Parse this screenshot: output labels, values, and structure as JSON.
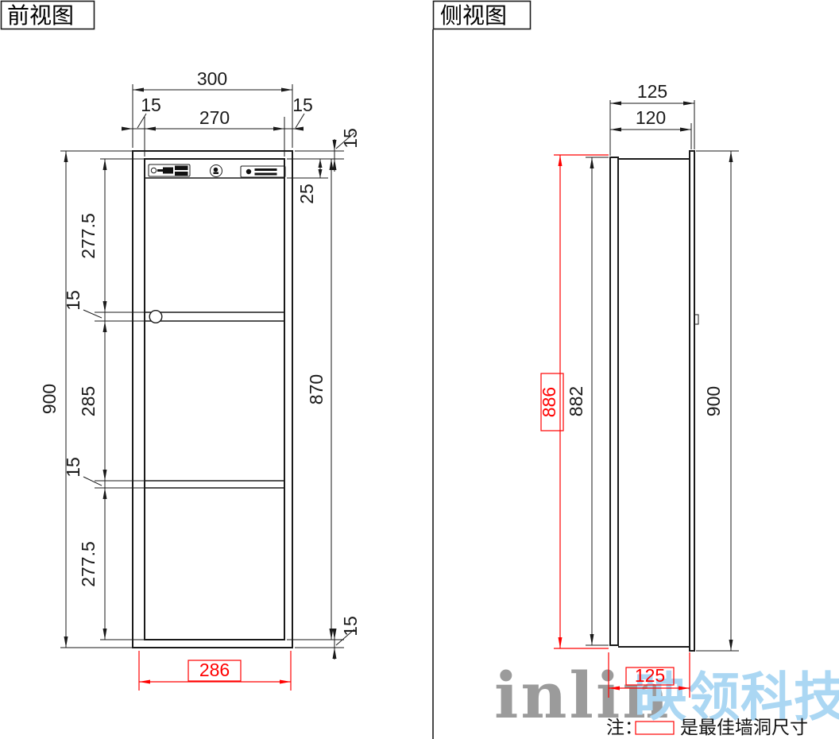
{
  "front_view": {
    "title": "前视图",
    "dim_width_overall": "300",
    "dim_flange_left": "15",
    "dim_width_door": "270",
    "dim_flange_right": "15",
    "dim_flange_top": "15",
    "dim_header_height": "25",
    "dim_section_top": "277.5",
    "dim_rail_top": "15",
    "dim_section_middle": "285",
    "dim_rail_bottom": "15",
    "dim_section_bottom": "277.5",
    "dim_height_overall": "900",
    "dim_height_door": "870",
    "dim_flange_bottom": "15",
    "dim_wall_hole_width": "286"
  },
  "side_view": {
    "title": "侧视图",
    "dim_depth_overall": "125",
    "dim_depth_body": "120",
    "dim_wall_hole_height": "886",
    "dim_body_height": "882",
    "dim_door_height": "900",
    "dim_wall_hole_depth": "125"
  },
  "note": {
    "prefix": "注：",
    "suffix": "是最佳墙洞尺寸"
  },
  "watermark": {
    "latin": "inlin",
    "cjk": "映领科技"
  },
  "colors": {
    "line": "#000000",
    "highlight": "#ff0000",
    "watermark_latin": "#9b9b9b",
    "watermark_cjk": "#abd7f3"
  }
}
